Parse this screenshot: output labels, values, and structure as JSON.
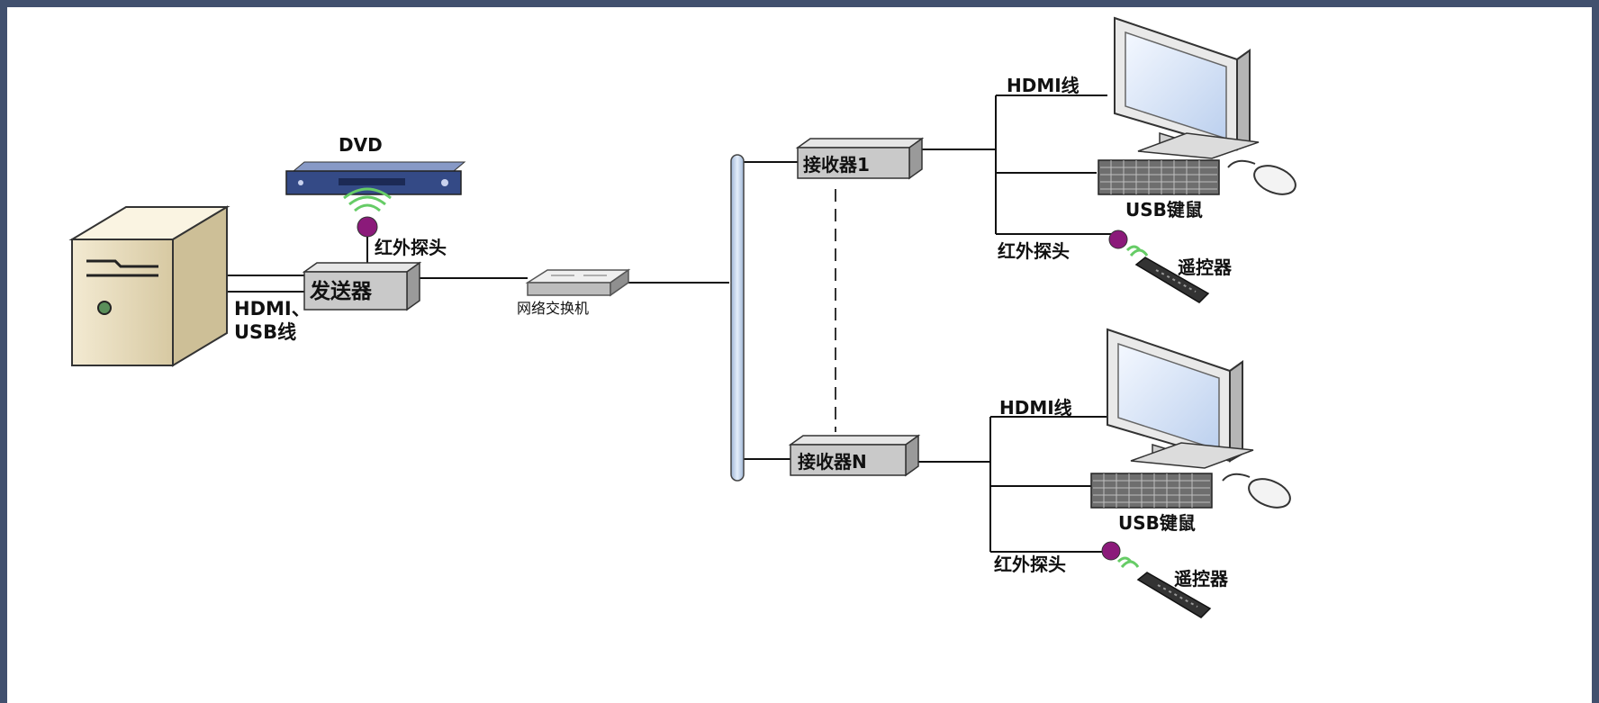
{
  "labels": {
    "dvd": "DVD",
    "ir_probe_tx": "红外探头",
    "transmitter": "发送器",
    "cable_line1": "HDMI、",
    "cable_line2": "USB线",
    "switch": "网络交换机",
    "receiver1": "接收器1",
    "receiverN": "接收器N",
    "hdmi1": "HDMI线",
    "usb_kbm1": "USB键鼠",
    "ir_probe_rx1": "红外探头",
    "remote1": "遥控器",
    "hdmi2": "HDMI线",
    "usb_kbm2": "USB键鼠",
    "ir_probe_rx2": "红外探头",
    "remote2": "遥控器"
  },
  "colors": {
    "frame": "#41506e",
    "box_fill": "#c9c9c9",
    "ir_dot": "#8b1a7a",
    "wave": "#66cc66",
    "backbone": "#c9d9ee"
  }
}
